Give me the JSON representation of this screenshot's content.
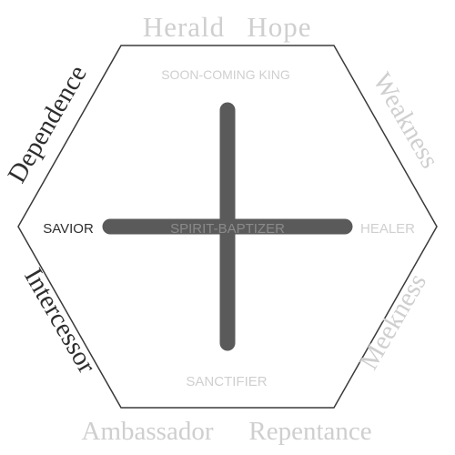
{
  "colors": {
    "outline": "#3a3a3a",
    "cross": "#5a5a5a",
    "dark_text": "#2e2e2e",
    "light_text": "#cfcfcf",
    "background": "#ffffff"
  },
  "outer_words": {
    "top_left": "Herald",
    "top_right": "Hope",
    "upper_left_side": "Dependence",
    "upper_right_side": "Weakness",
    "lower_left_side": "Intercessor",
    "lower_right_side": "Meekness",
    "bottom_left": "Ambassador",
    "bottom_right": "Repentance"
  },
  "inner_labels": {
    "top": "SOON-COMING KING",
    "left": "SAVIOR",
    "center": "SPIRIT-BAPTIZER",
    "right": "HEALER",
    "bottom": "SANCTIFIER"
  }
}
